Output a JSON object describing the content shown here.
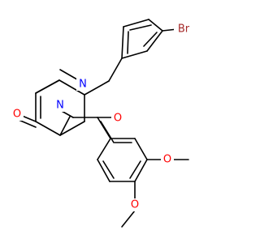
{
  "molecule": {
    "atoms": {
      "o_ring": {
        "text": "O",
        "color": "#ff0000"
      },
      "n1": {
        "text": "N",
        "color": "#0000ff"
      },
      "n2": {
        "text": "N",
        "color": "#0000ff"
      },
      "br": {
        "text": "Br",
        "color": "#a52a2a"
      },
      "o_ketone": {
        "text": "O",
        "color": "#ff0000"
      },
      "o_meo1": {
        "text": "O",
        "color": "#ff0000"
      },
      "o_meo2": {
        "text": "O",
        "color": "#ff0000"
      }
    }
  }
}
